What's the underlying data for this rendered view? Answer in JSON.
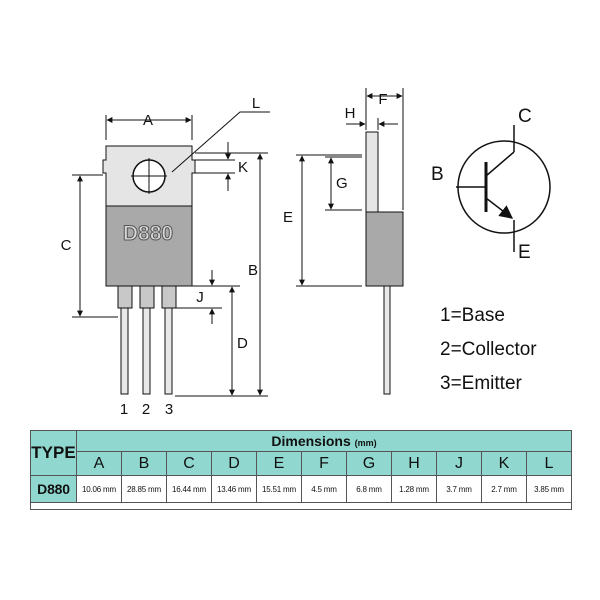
{
  "diagram": {
    "part_marking": "D880",
    "front_labels": [
      "A",
      "L",
      "K",
      "C",
      "B",
      "J",
      "D"
    ],
    "side_labels": [
      "H",
      "F",
      "G",
      "E"
    ],
    "pin_numbers": [
      "1",
      "2",
      "3"
    ],
    "symbol_labels": {
      "collector": "C",
      "base": "B",
      "emitter": "E"
    },
    "legend": [
      "1=Base",
      "2=Collector",
      "3=Emitter"
    ],
    "colors": {
      "body": "#a9a9a9",
      "tab": "#e5e5e5",
      "header": "#8fd7cf"
    }
  },
  "table": {
    "type_header": "TYPE",
    "dimensions_title": "Dimensions",
    "dimensions_unit": "(mm)",
    "columns": [
      "A",
      "B",
      "C",
      "D",
      "E",
      "F",
      "G",
      "H",
      "J",
      "K",
      "L"
    ],
    "row_type": "D880",
    "values": [
      "10.06 mm",
      "28.85 mm",
      "16.44 mm",
      "13.46 mm",
      "15.51 mm",
      "4.5 mm",
      "6.8 mm",
      "1.28 mm",
      "3.7 mm",
      "2.7 mm",
      "3.85 mm"
    ]
  }
}
